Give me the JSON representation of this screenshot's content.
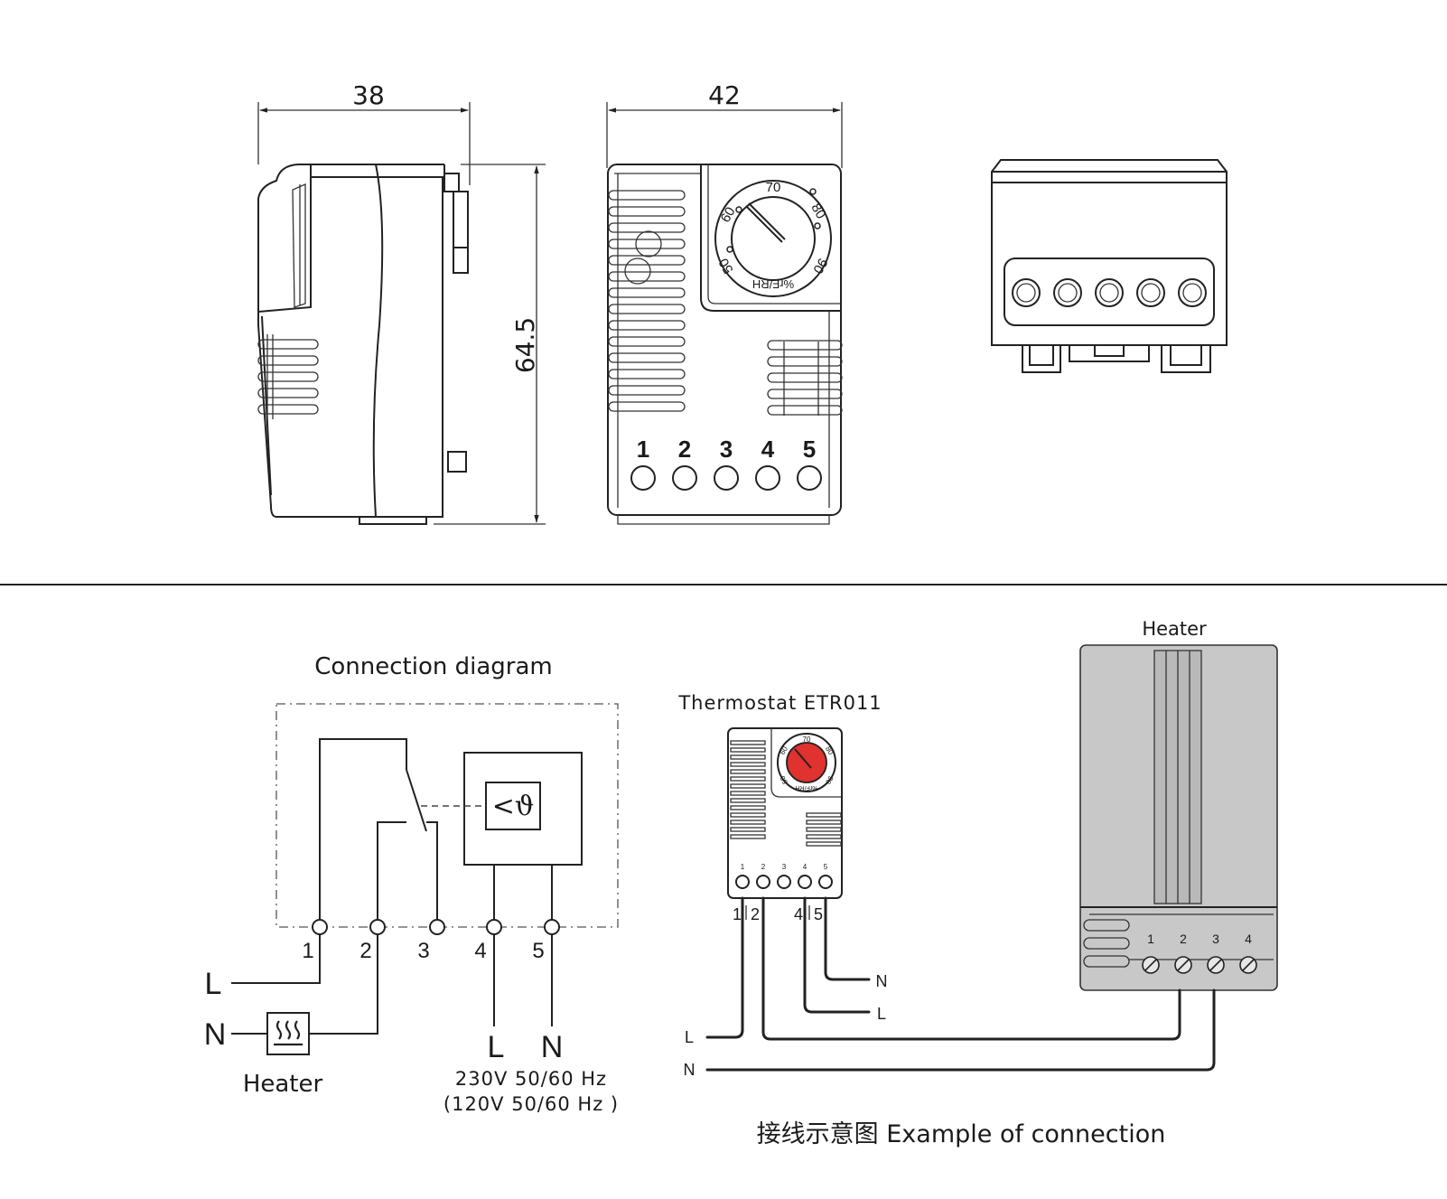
{
  "dimensions": {
    "side_width": "38",
    "front_width": "42",
    "height": "64.5"
  },
  "front_view": {
    "dial_scale": [
      "50",
      "60",
      "70",
      "80",
      "90"
    ],
    "dial_unit": "%rF/RH",
    "terminal_labels": [
      "1",
      "2",
      "3",
      "4",
      "5"
    ]
  },
  "schematic": {
    "title": "Connection diagram",
    "terminals": [
      "1",
      "2",
      "3",
      "4",
      "5"
    ],
    "line_left_labels": [
      "L",
      "N"
    ],
    "sensor_symbol": "<ϑ",
    "heater_label": "Heater",
    "supply_labels": [
      "L",
      "N"
    ],
    "voltage_1": "230V 50/60 Hz",
    "voltage_2": "(120V 50/60 Hz )"
  },
  "example": {
    "thermostat_title": "Thermostat ETR011",
    "thermostat_wire_labels": [
      "1",
      "2",
      "4",
      "5"
    ],
    "small_terminal_labels": [
      "1",
      "2",
      "3",
      "4",
      "5"
    ],
    "small_dial_scale": [
      "50",
      "60",
      "70",
      "80",
      "90"
    ],
    "small_dial_unit": "%rF/RH",
    "output_labels": [
      "N",
      "L"
    ],
    "input_labels": [
      "L",
      "N"
    ],
    "heater_title": "Heater",
    "heater_terminals": [
      "1",
      "2",
      "3",
      "4"
    ],
    "caption": "接线示意图 Example of connection",
    "dial_color": "#e0322e",
    "heater_color": "#c8c8c8"
  }
}
